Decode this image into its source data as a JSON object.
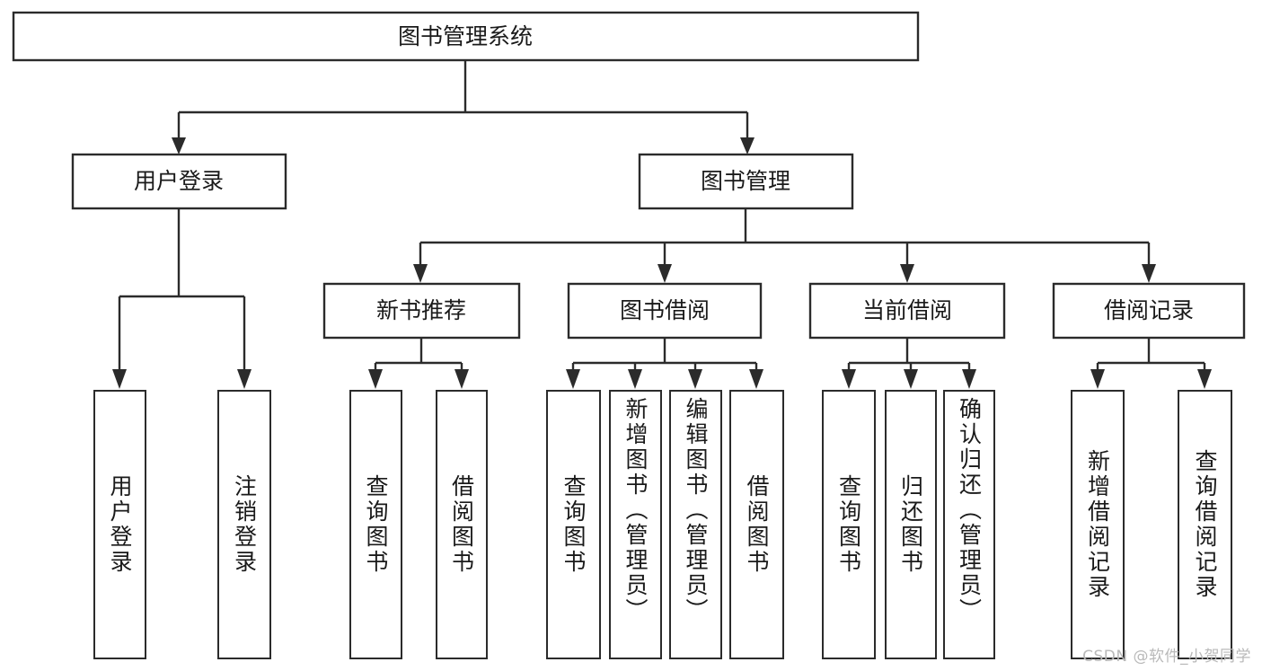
{
  "diagram": {
    "type": "tree-hierarchy",
    "title": "图书管理系统",
    "watermark": "CSDN @软件_小贺同学",
    "colors": {
      "box_stroke": "#2b2b2b",
      "box_fill": "#ffffff",
      "text": "#1a1a1a",
      "connector": "#2b2b2b",
      "watermark": "#b9b9b9",
      "background": "#ffffff"
    },
    "root": {
      "label": "图书管理系统"
    },
    "level2": [
      {
        "label": "用户登录"
      },
      {
        "label": "图书管理"
      }
    ],
    "level3": [
      {
        "label": "新书推荐"
      },
      {
        "label": "图书借阅"
      },
      {
        "label": "当前借阅"
      },
      {
        "label": "借阅记录"
      }
    ],
    "leaves": {
      "user_login": [
        {
          "label": "用户登录"
        },
        {
          "label": "注销登录"
        }
      ],
      "new_book_recommend": [
        {
          "label": "查询图书"
        },
        {
          "label": "借阅图书"
        }
      ],
      "book_borrow": [
        {
          "label": "查询图书"
        },
        {
          "label": "新增图书（管理员）"
        },
        {
          "label": "编辑图书（管理员）"
        },
        {
          "label": "借阅图书"
        }
      ],
      "current_borrow": [
        {
          "label": "查询图书"
        },
        {
          "label": "归还图书"
        },
        {
          "label": "确认归还（管理员）"
        }
      ],
      "borrow_record": [
        {
          "label": "新增借阅记录"
        },
        {
          "label": "查询借阅记录"
        }
      ]
    }
  }
}
